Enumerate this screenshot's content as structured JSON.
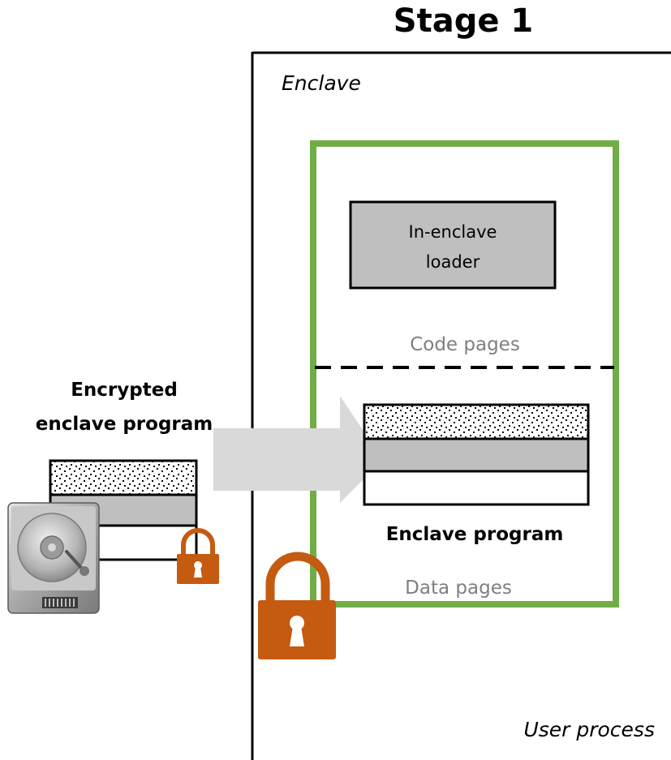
{
  "title": "Stage 1",
  "enclave_label": "Enclave",
  "user_process_label": "User process",
  "loader_label_line1": "In-enclave",
  "loader_label_line2": "loader",
  "code_pages_label": "Code pages",
  "data_pages_label": "Data pages",
  "enclave_program_label": "Enclave program",
  "encrypted_label_line1": "Encrypted",
  "encrypted_label_line2": "enclave program",
  "colors": {
    "enclave_border": "#70ad47",
    "lock": "#c55a11",
    "block_fill": "#bfbfbf",
    "arrow": "#d9d9d9",
    "muted_text": "#7f7f7f"
  },
  "icons": [
    "disk-drive-icon",
    "lock-icon"
  ]
}
